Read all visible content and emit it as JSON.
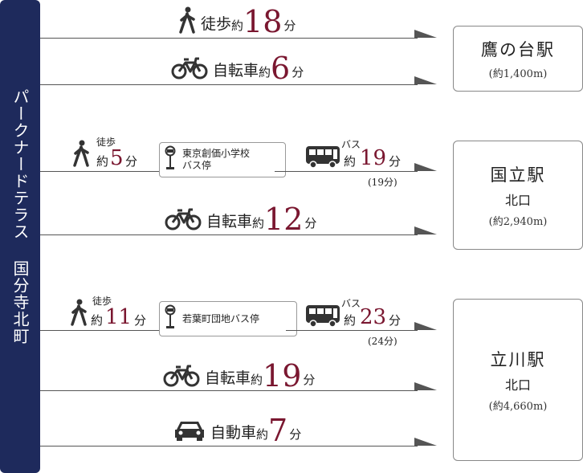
{
  "sidebar": {
    "title": "パークナードテラス 国分寺北町"
  },
  "stations": {
    "takanodai": {
      "name": "鷹の台駅",
      "distance": "(約1,400m)"
    },
    "kokuritsu": {
      "name": "国立駅",
      "exit": "北口",
      "distance": "(約2,940m)"
    },
    "tachikawa": {
      "name": "立川駅",
      "exit": "北口",
      "distance": "(約4,660m)"
    }
  },
  "routes": {
    "r1": {
      "mode": "徒歩",
      "yaku": "約",
      "value": "18",
      "unit": "分"
    },
    "r2": {
      "mode": "自転車",
      "yaku": "約",
      "value": "6",
      "unit": "分"
    },
    "r3": {
      "walk_label": "徒歩",
      "walk_yaku": "約",
      "walk_value": "5",
      "walk_unit": "分",
      "stop_line1": "東京創価小学校",
      "stop_line2": "バス停",
      "bus_label": "バス",
      "bus_yaku": "約",
      "bus_value": "19",
      "bus_unit": "分",
      "bus_paren": "(19分)"
    },
    "r4": {
      "mode": "自転車",
      "yaku": "約",
      "value": "12",
      "unit": "分"
    },
    "r5": {
      "walk_label": "徒歩",
      "walk_yaku": "約",
      "walk_value": "11",
      "walk_unit": "分",
      "stop_line1": "若葉町団地バス停",
      "bus_label": "バス",
      "bus_yaku": "約",
      "bus_value": "23",
      "bus_unit": "分",
      "bus_paren": "(24分)"
    },
    "r6": {
      "mode": "自転車",
      "yaku": "約",
      "value": "19",
      "unit": "分"
    },
    "r7": {
      "mode": "自動車",
      "yaku": "約",
      "value": "7",
      "unit": "分"
    }
  },
  "icons": [
    "walking-person-icon",
    "bicycle-icon",
    "bus-stop-icon",
    "bus-icon",
    "car-icon"
  ],
  "colors": {
    "sidebar": "#1e2a5c",
    "accent": "#7a1730",
    "line": "#555555"
  }
}
